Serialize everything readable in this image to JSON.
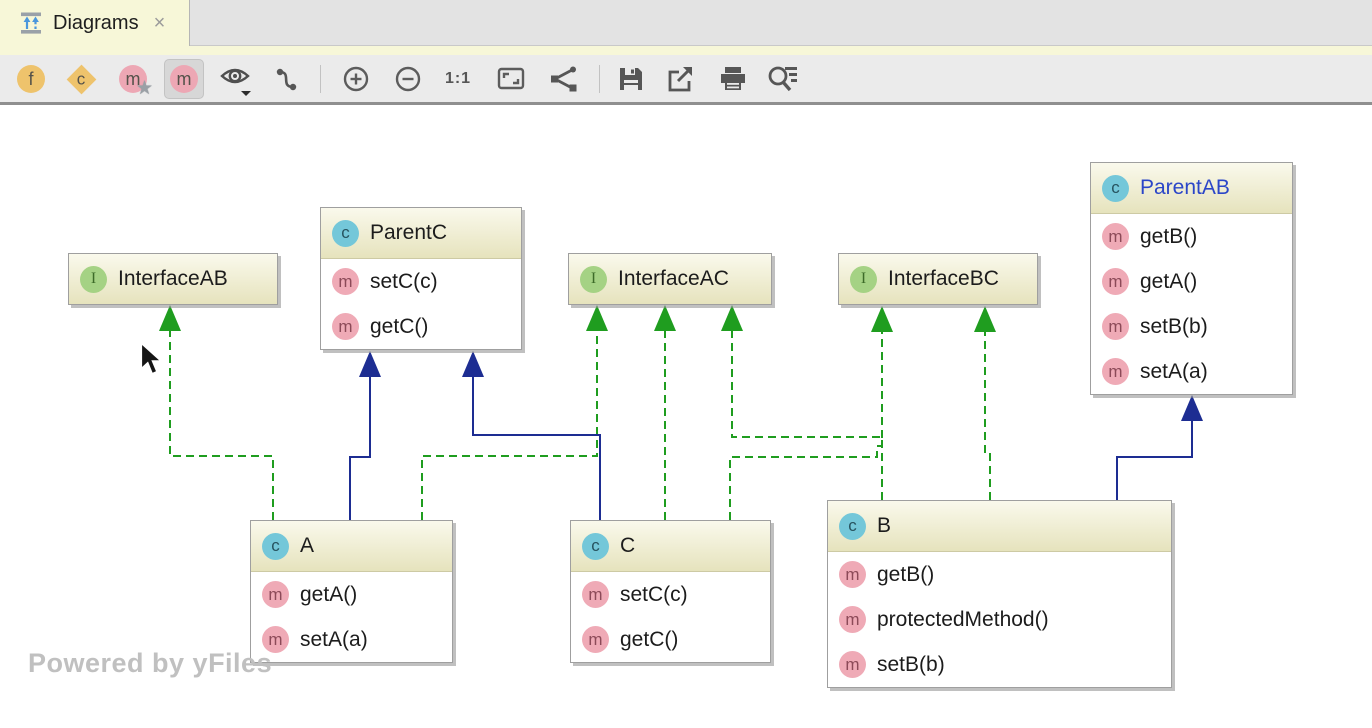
{
  "tab": {
    "title": "Diagrams",
    "close_glyph": "×"
  },
  "toolbar": {
    "fields_label": "f",
    "constants_label": "c",
    "properties_label": "m",
    "methods_label": "m",
    "actual_size_label": "1:1"
  },
  "watermark": "Powered by yFiles",
  "diagram": {
    "badges": {
      "interface": "I",
      "class": "c",
      "method": "m"
    },
    "edge_colors": {
      "implements": "#1f9d1f",
      "extends": "#1d2d92"
    },
    "nodes": [
      {
        "id": "InterfaceAB",
        "kind": "interface",
        "title": "InterfaceAB",
        "members": []
      },
      {
        "id": "ParentC",
        "kind": "class",
        "title": "ParentC",
        "members": [
          "setC(c)",
          "getC()"
        ]
      },
      {
        "id": "InterfaceAC",
        "kind": "interface",
        "title": "InterfaceAC",
        "members": []
      },
      {
        "id": "InterfaceBC",
        "kind": "interface",
        "title": "InterfaceBC",
        "members": []
      },
      {
        "id": "ParentAB",
        "kind": "class",
        "title": "ParentAB",
        "members": [
          "getB()",
          "getA()",
          "setB(b)",
          "setA(a)"
        ],
        "emphasis": true
      },
      {
        "id": "A",
        "kind": "class",
        "title": "A",
        "members": [
          "getA()",
          "setA(a)"
        ]
      },
      {
        "id": "C",
        "kind": "class",
        "title": "C",
        "members": [
          "setC(c)",
          "getC()"
        ]
      },
      {
        "id": "B",
        "kind": "class",
        "title": "B",
        "members": [
          "getB()",
          "protectedMethod()",
          "setB(b)"
        ]
      }
    ],
    "edges": [
      {
        "from": "A",
        "to": "InterfaceAB",
        "type": "implements"
      },
      {
        "from": "A",
        "to": "ParentC",
        "type": "extends"
      },
      {
        "from": "A",
        "to": "InterfaceAC",
        "type": "implements"
      },
      {
        "from": "C",
        "to": "ParentC",
        "type": "extends"
      },
      {
        "from": "C",
        "to": "InterfaceAC",
        "type": "implements"
      },
      {
        "from": "C",
        "to": "InterfaceBC",
        "type": "implements"
      },
      {
        "from": "B",
        "to": "InterfaceAC",
        "type": "implements"
      },
      {
        "from": "B",
        "to": "InterfaceBC",
        "type": "implements"
      },
      {
        "from": "B",
        "to": "ParentAB",
        "type": "extends"
      }
    ]
  }
}
